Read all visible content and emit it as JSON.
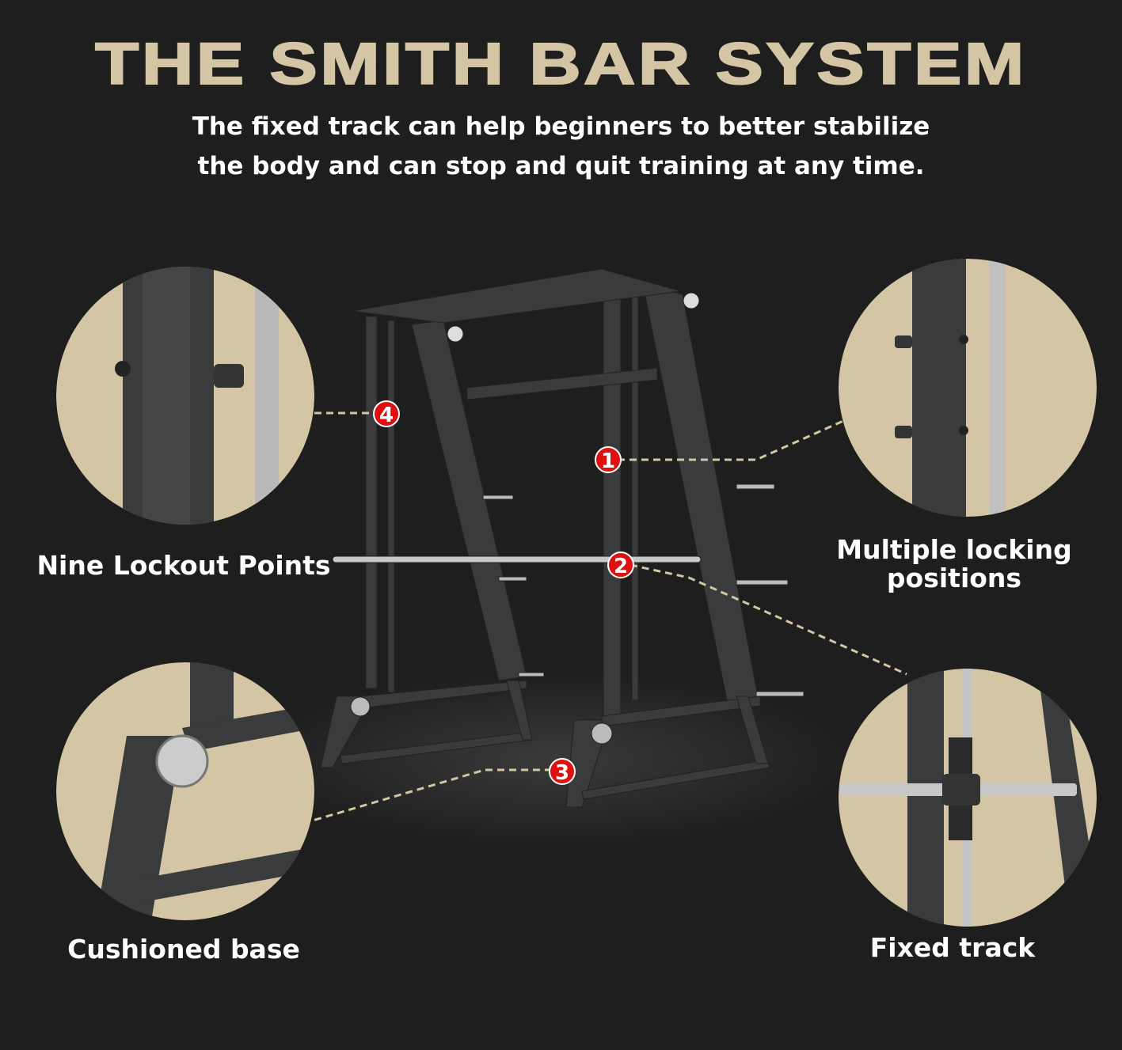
{
  "header": {
    "title": "THE SMITH BAR SYSTEM",
    "subtitle_line1": "The fixed track can help beginners to better stabilize",
    "subtitle_line2": "the body and can stop and quit training at any time."
  },
  "callouts": [
    {
      "number": "1",
      "label": "Multiple locking positions"
    },
    {
      "number": "2",
      "label": "Fixed track"
    },
    {
      "number": "3",
      "label": "Cushioned base"
    },
    {
      "number": "4",
      "label": "Nine Lockout Points"
    }
  ],
  "colors": {
    "background": "#1e1e1e",
    "accent": "#d4c6a4",
    "marker": "#e01010",
    "frame": "#3a3b3d"
  }
}
